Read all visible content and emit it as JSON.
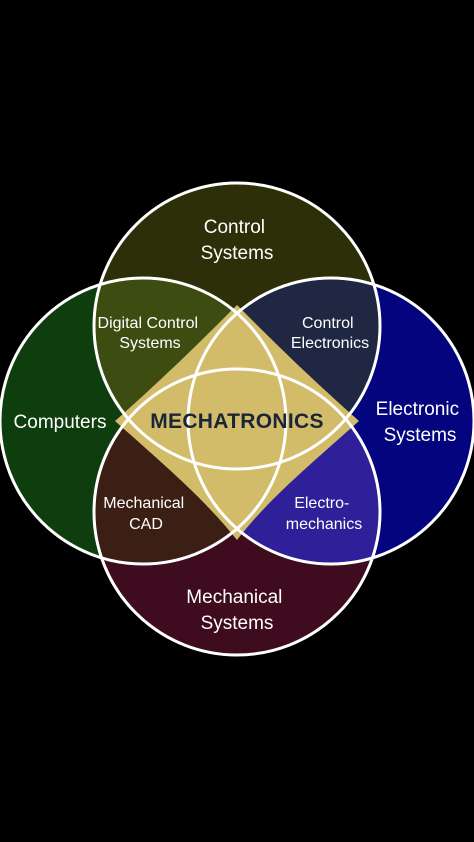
{
  "diagram": {
    "center": "MECHATRONICS",
    "circles": {
      "top": {
        "line1": "Control",
        "line2": "Systems",
        "color": "#2d2f08"
      },
      "left": {
        "line1": "Computers",
        "color": "#0e3d0e"
      },
      "right": {
        "line1": "Electronic",
        "line2": "Systems",
        "color": "#04047e"
      },
      "bottom": {
        "line1": "Mechanical",
        "line2": "Systems",
        "color": "#3f0b1e"
      }
    },
    "overlaps": {
      "top_left": {
        "line1": "Digital Control",
        "line2": "Systems",
        "color": "#3d4d12"
      },
      "top_right": {
        "line1": "Control",
        "line2": "Electronics",
        "color": "#1f2743"
      },
      "bottom_left": {
        "line1": "Mechanical",
        "line2": "CAD",
        "color": "#3c1f14"
      },
      "bottom_right": {
        "line1": "Electro-",
        "line2": "mechanics",
        "color": "#2f1f98"
      }
    },
    "center_color": "#d2bc6a",
    "outline_color": "#ffffff",
    "background": "#000000"
  }
}
